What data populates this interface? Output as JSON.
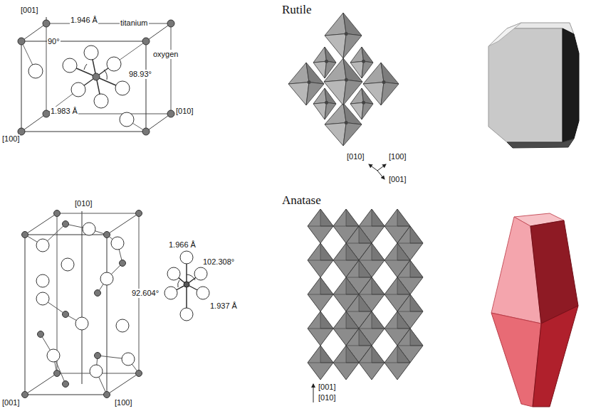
{
  "diagram": {
    "labels": [
      "[001]",
      "1.946 Å",
      "titanium",
      "90°",
      "oxygen",
      "98.93°",
      "[100]",
      "1.983 Å",
      "[010]",
      "Rutile",
      "[010]",
      "[100]",
      "[001]",
      "Anatase",
      "[010]",
      "1.966 Å",
      "102.308°",
      "92.604°",
      "1.937 Å",
      "[001]",
      "[100]",
      "[001]",
      "[010]"
    ]
  }
}
